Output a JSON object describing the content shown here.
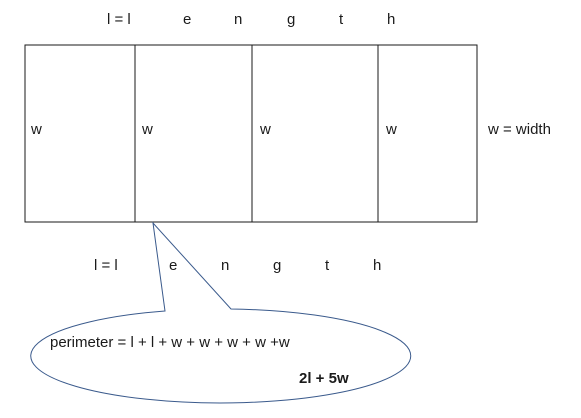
{
  "top_label": {
    "prefix": "l = l",
    "letters": [
      "e",
      "n",
      "g",
      "t",
      "h"
    ]
  },
  "bottom_label": {
    "prefix": "l = l",
    "letters": [
      "e",
      "n",
      "g",
      "t",
      "h"
    ]
  },
  "width_marks": [
    "w",
    "w",
    "w",
    "w"
  ],
  "width_legend": "w = width",
  "callout": {
    "formula": "perimeter = l + l + w + w + w + w +w",
    "result": "2l + 5w"
  },
  "colors": {
    "line": "#1a1a1a",
    "callout_stroke": "#3a5a8c"
  }
}
